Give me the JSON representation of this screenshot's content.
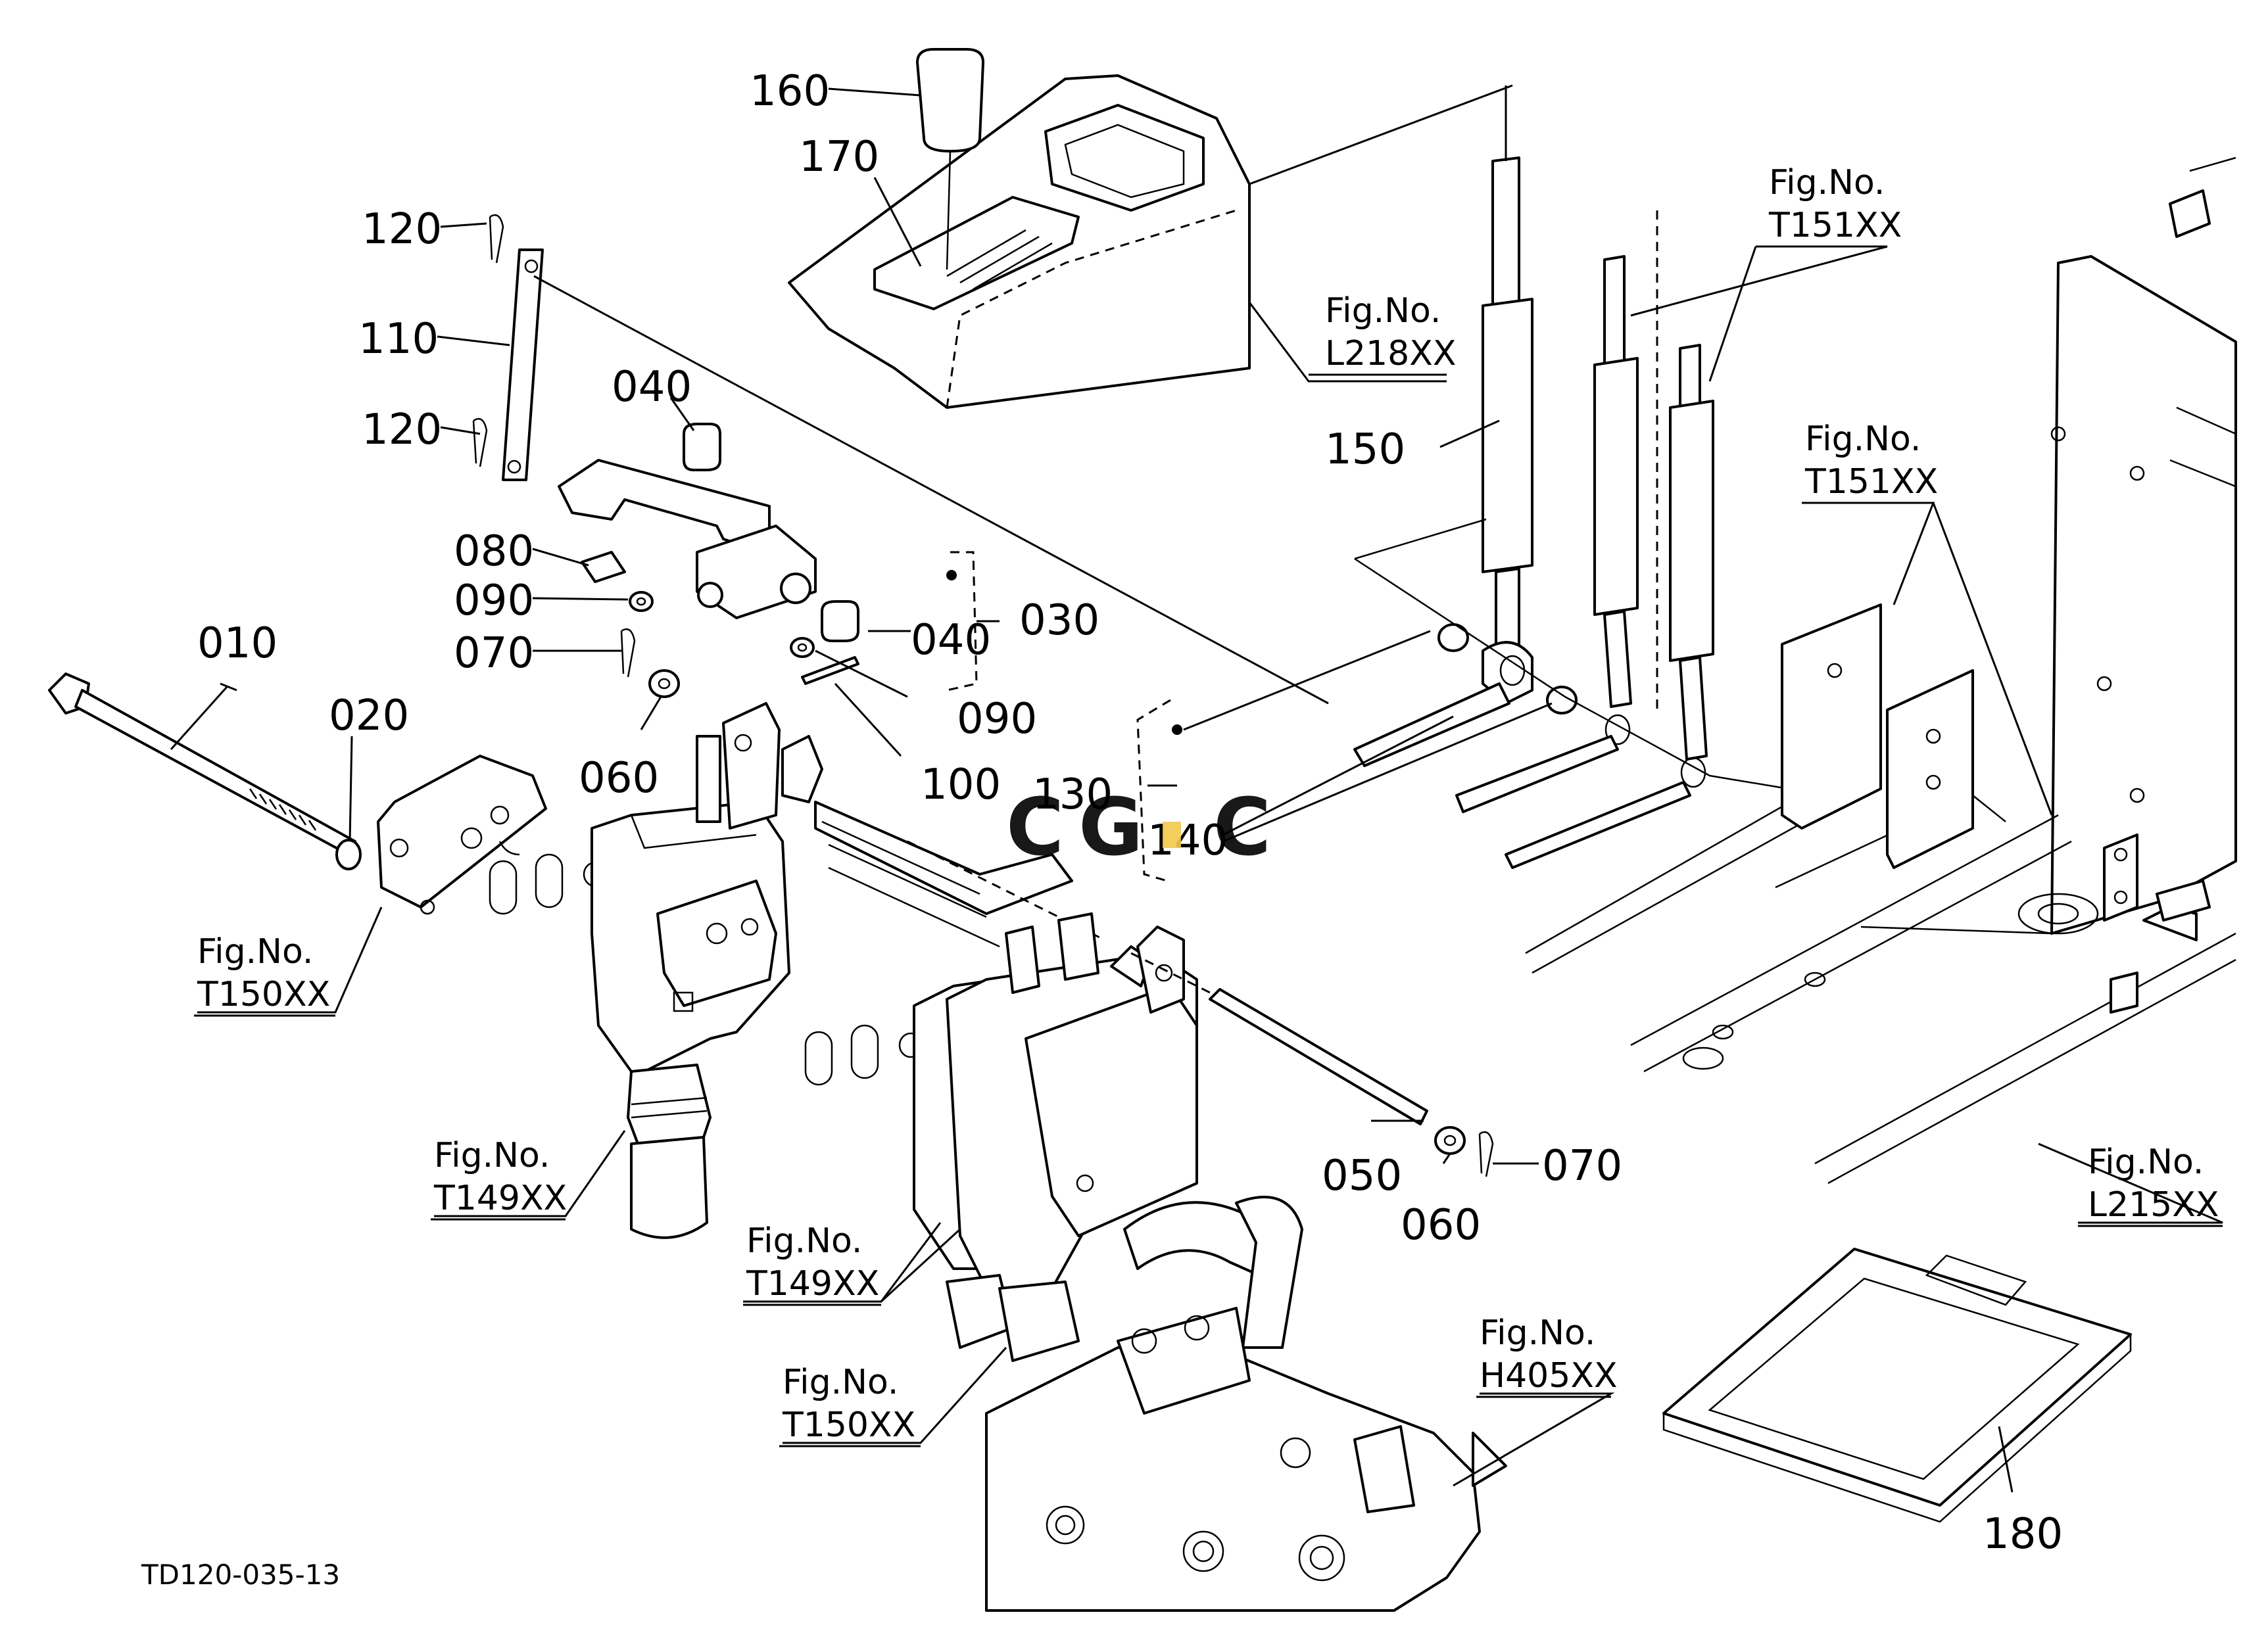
{
  "drawing_ref": "TD120-035-13",
  "watermark": {
    "c1": "C",
    "g": "G",
    "c2": "C",
    "colors": [
      "#4a86e8",
      "#ea7a72",
      "#f2c94c",
      "#5bb57a"
    ]
  },
  "callouts": {
    "p010": "010",
    "p020": "020",
    "p030": "030",
    "p040a": "040",
    "p040b": "040",
    "p050": "050",
    "p060a": "060",
    "p060b": "060",
    "p070a": "070",
    "p070b": "070",
    "p080": "080",
    "p090a": "090",
    "p090b": "090",
    "p100": "100",
    "p110": "110",
    "p120a": "120",
    "p120b": "120",
    "p130": "130",
    "p140": "140",
    "p150": "150",
    "p160": "160",
    "p170": "170",
    "p180": "180"
  },
  "figure_refs": [
    {
      "label": "Fig.No.",
      "code": "L218XX"
    },
    {
      "label": "Fig.No.",
      "code": "T151XX"
    },
    {
      "label": "Fig.No.",
      "code": "T151XX"
    },
    {
      "label": "Fig.No.",
      "code": "T150XX"
    },
    {
      "label": "Fig.No.",
      "code": "T149XX"
    },
    {
      "label": "Fig.No.",
      "code": "T149XX"
    },
    {
      "label": "Fig.No.",
      "code": "T150XX"
    },
    {
      "label": "Fig.No.",
      "code": "H405XX"
    },
    {
      "label": "Fig.No.",
      "code": "L215XX"
    }
  ]
}
